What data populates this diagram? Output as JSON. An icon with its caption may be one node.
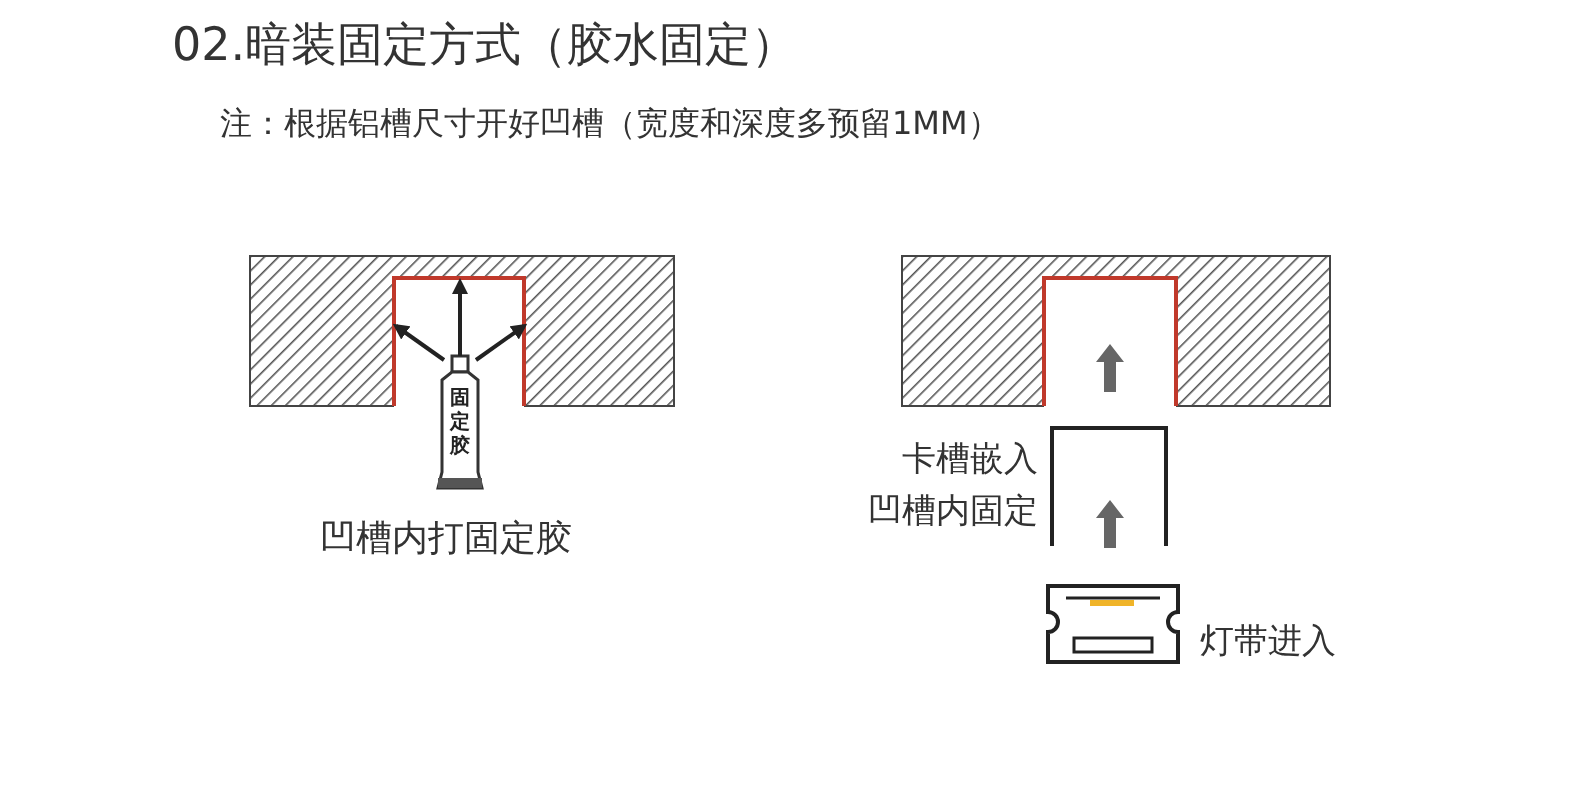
{
  "diagram": {
    "title": "02.暗装固定方式（胶水固定）",
    "nodes": [
      {
        "text": [],
        "shape": "box"
      },
      {
        "text": [
          "固定胶"
        ]
      },
      {
        "text": [],
        "shape": "box"
      },
      {
        "text": [],
        "shape": "box",
        "beside": [
          "卡槽嵌入",
          "凹槽内固定"
        ]
      },
      {
        "text": [],
        "shape": "box",
        "beside": [
          "灯带进入"
        ]
      }
    ],
    "edges": [
      {
        "from": 1,
        "to": 0,
        "arrow": "to"
      },
      {
        "from": 1,
        "to": 0,
        "arrow": "to"
      },
      {
        "from": 1,
        "to": 0,
        "arrow": "to"
      }
    ],
    "labels": [
      "注：根据铝槽尺寸开好凹槽（宽度和深度多预留1MM）",
      "凹槽内打固定胶"
    ]
  }
}
